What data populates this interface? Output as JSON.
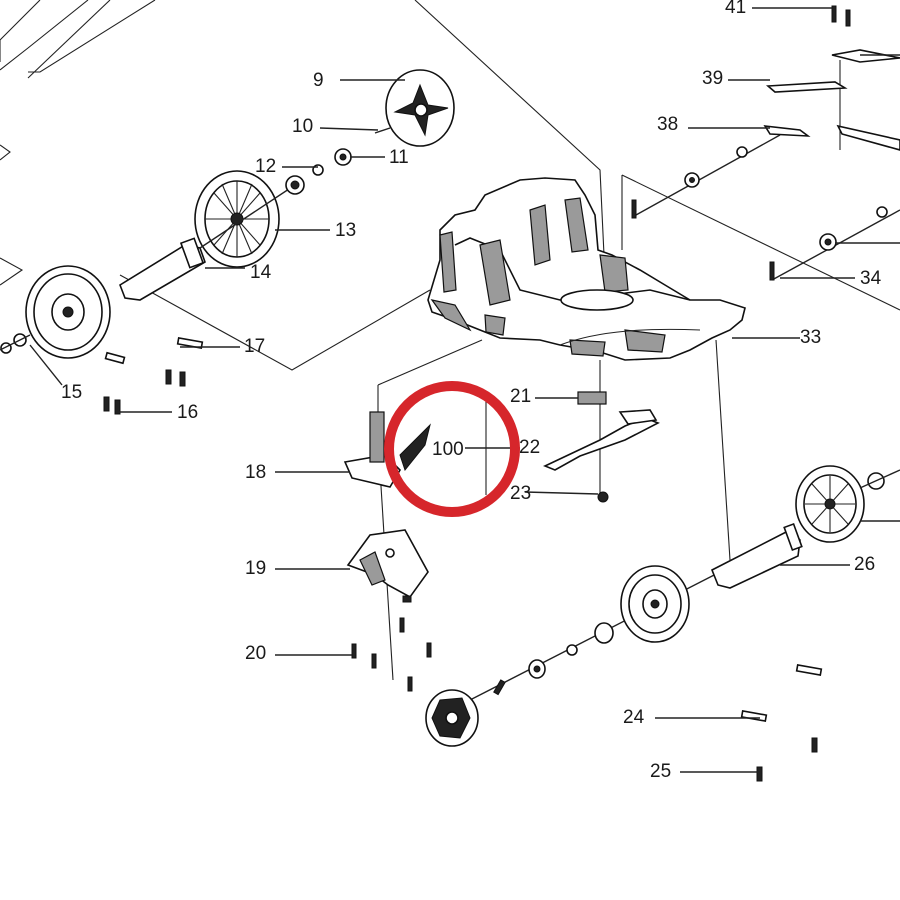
{
  "diagram": {
    "part_labels": {
      "p9": "9",
      "p10": "10",
      "p11": "11",
      "p12": "12",
      "p13": "13",
      "p14": "14",
      "p15": "15",
      "p16": "16",
      "p17": "17",
      "p18": "18",
      "p19": "19",
      "p20": "20",
      "p21": "21",
      "p22": "22",
      "p23": "23",
      "p24": "24",
      "p25": "25",
      "p26": "26",
      "p33": "33",
      "p34": "34",
      "p38": "38",
      "p39": "39",
      "p41": "41",
      "p100": "100"
    },
    "highlight_color": "#d6262b"
  }
}
